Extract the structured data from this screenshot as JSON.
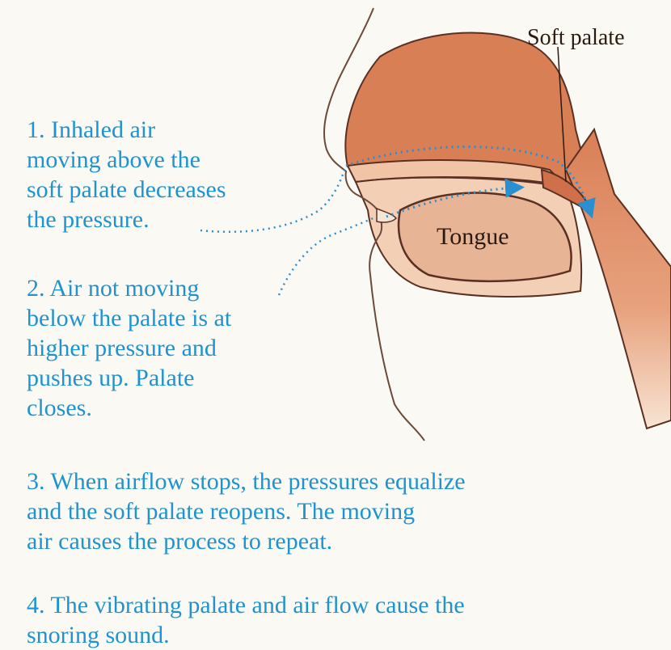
{
  "labels": {
    "soft_palate": "Soft palate",
    "tongue": "Tongue"
  },
  "captions": {
    "step1": "1. Inhaled air\nmoving above the\nsoft palate decreases\nthe pressure.",
    "step2": "2. Air not moving\nbelow the palate is at\nhigher pressure and\npushes up. Palate\ncloses.",
    "step3": "3. When airflow stops, the pressures equalize\nand the soft palate reopens.  The moving\nair causes the process to repeat.",
    "step4": "4. The vibrating palate and air flow cause the\nsnoring sound."
  },
  "colors": {
    "caption_text": "#1f93cf",
    "airflow_arrow": "#2a8fd0",
    "tissue_dark": "#d97f56",
    "tissue_light": "#f0c4a5",
    "tongue_fill": "#e8b496",
    "outline": "#5a3022",
    "background": "#fbf9f3"
  }
}
